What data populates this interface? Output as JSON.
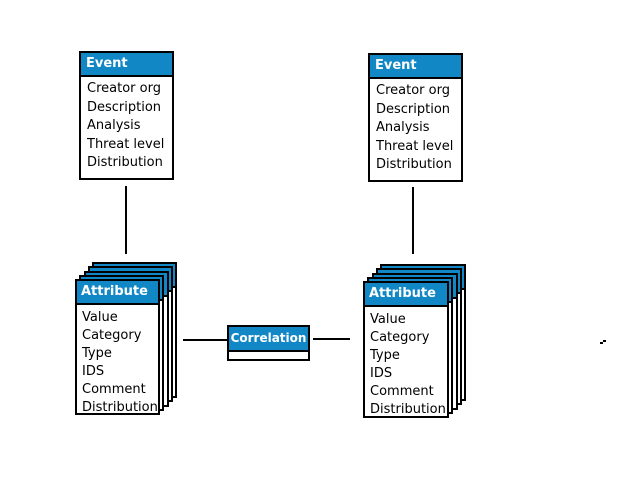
{
  "colors": {
    "header_blue": "#1287c6",
    "border": "#000000",
    "header_text": "#ffffff",
    "body_text": "#000000",
    "background": "#ffffff"
  },
  "entities": {
    "event_left": {
      "title": "Event",
      "fields": [
        "Creator org",
        "Description",
        "Analysis",
        "Threat level",
        "Distribution"
      ]
    },
    "event_right": {
      "title": "Event",
      "fields": [
        "Creator org",
        "Description",
        "Analysis",
        "Threat level",
        "Distribution"
      ]
    },
    "attribute_left": {
      "title": "Attribute",
      "stack_count": 5,
      "fields": [
        "Value",
        "Category",
        "Type",
        "IDS",
        "Comment",
        "Distribution"
      ]
    },
    "attribute_right": {
      "title": "Attribute",
      "stack_count": 5,
      "fields": [
        "Value",
        "Category",
        "Type",
        "IDS",
        "Comment",
        "Distribution"
      ]
    },
    "correlation": {
      "title": "Correlation"
    }
  }
}
